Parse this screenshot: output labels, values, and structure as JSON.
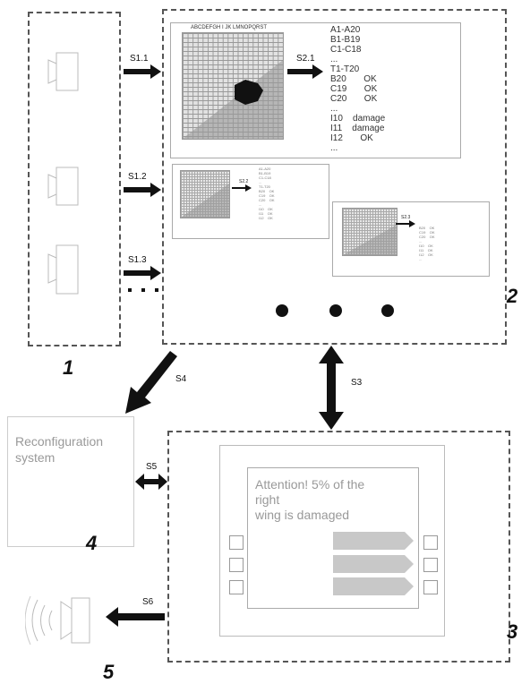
{
  "module1": {
    "number": "1"
  },
  "module2": {
    "number": "2",
    "panel_main": {
      "grid_header": "ABCDEFGH I JK LMNOPQRST",
      "arrow_label": "S2.1",
      "lines": [
        "A1-A20",
        "B1-B19",
        "C1-C18",
        "...",
        "T1-T20",
        "B20       OK",
        "C19       OK",
        "C20       OK",
        "...",
        "I10    damage",
        "I11    damage",
        "I12       OK",
        "..."
      ]
    },
    "panel_small_1": {
      "arrow_label": "S2.2"
    },
    "panel_small_2": {
      "arrow_label": "S2.3"
    }
  },
  "module3": {
    "number": "3",
    "alert_text_lines": [
      "Attention! 5% of the",
      "right",
      "wing is damaged"
    ]
  },
  "module4": {
    "number": "4",
    "title_line1": "Reconfiguration",
    "title_line2": "system"
  },
  "module5": {
    "number": "5"
  },
  "arrows": {
    "s1_1": "S1.1",
    "s1_2": "S1.2",
    "s1_3": "S1.3",
    "s3": "S3",
    "s4": "S4",
    "s5": "S5",
    "s6": "S6"
  },
  "icons": {
    "camera": "camera-icon",
    "speaker": "speaker-icon"
  },
  "colors": {
    "dashed_border": "#555555",
    "grid_dark": "#888888",
    "grid_light": "#cccccc",
    "menu_arrow": "#c8c8c8"
  }
}
